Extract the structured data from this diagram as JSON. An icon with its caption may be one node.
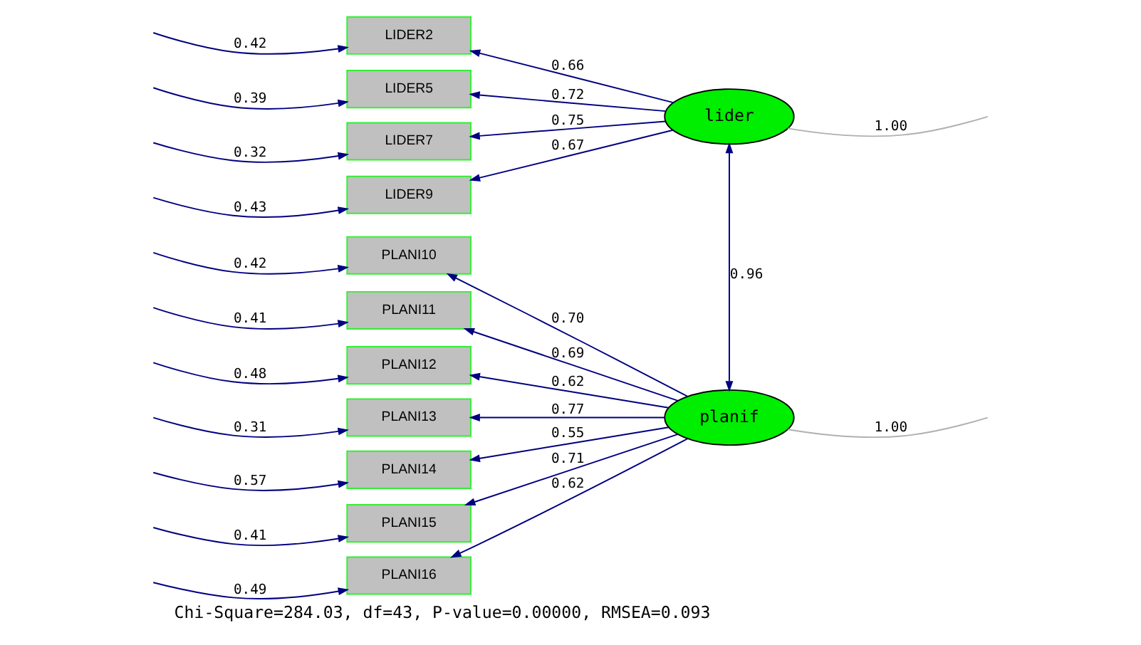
{
  "diagram": {
    "caption": "Chi-Square=284.03, df=43, P-value=0.00000, RMSEA=0.093",
    "nodes": [
      {
        "text": [
          "LIDER2"
        ]
      },
      {
        "text": [
          "LIDER5"
        ]
      },
      {
        "text": [
          "LIDER7"
        ]
      },
      {
        "text": [
          "LIDER9"
        ]
      },
      {
        "text": [
          "PLANI10"
        ]
      },
      {
        "text": [
          "PLANI11"
        ]
      },
      {
        "text": [
          "PLANI12"
        ]
      },
      {
        "text": [
          "PLANI13"
        ]
      },
      {
        "text": [
          "PLANI14"
        ]
      },
      {
        "text": [
          "PLANI15"
        ]
      },
      {
        "text": [
          "PLANI16"
        ]
      },
      {
        "text": [
          "lider"
        ]
      },
      {
        "text": [
          "planif"
        ]
      }
    ],
    "edges": [
      {
        "from": null,
        "to": 0,
        "arrow": "to",
        "label": "0.42"
      },
      {
        "from": null,
        "to": 1,
        "arrow": "to",
        "label": "0.39"
      },
      {
        "from": null,
        "to": 2,
        "arrow": "to",
        "label": "0.32"
      },
      {
        "from": null,
        "to": 3,
        "arrow": "to",
        "label": "0.43"
      },
      {
        "from": null,
        "to": 4,
        "arrow": "to",
        "label": "0.42"
      },
      {
        "from": null,
        "to": 5,
        "arrow": "to",
        "label": "0.41"
      },
      {
        "from": null,
        "to": 6,
        "arrow": "to",
        "label": "0.48"
      },
      {
        "from": null,
        "to": 7,
        "arrow": "to",
        "label": "0.31"
      },
      {
        "from": null,
        "to": 8,
        "arrow": "to",
        "label": "0.57"
      },
      {
        "from": null,
        "to": 9,
        "arrow": "to",
        "label": "0.41"
      },
      {
        "from": null,
        "to": 10,
        "arrow": "to",
        "label": "0.49"
      },
      {
        "from": 11,
        "to": 0,
        "arrow": "to",
        "label": "0.66"
      },
      {
        "from": 11,
        "to": 1,
        "arrow": "to",
        "label": "0.72"
      },
      {
        "from": 11,
        "to": 2,
        "arrow": "to",
        "label": "0.75"
      },
      {
        "from": 11,
        "to": 3,
        "arrow": "to",
        "label": "0.67"
      },
      {
        "from": 12,
        "to": 4,
        "arrow": "to",
        "label": "0.70"
      },
      {
        "from": 12,
        "to": 5,
        "arrow": "to",
        "label": "0.69"
      },
      {
        "from": 12,
        "to": 6,
        "arrow": "to",
        "label": "0.62"
      },
      {
        "from": 12,
        "to": 7,
        "arrow": "to",
        "label": "0.77"
      },
      {
        "from": 12,
        "to": 8,
        "arrow": "to",
        "label": "0.55"
      },
      {
        "from": 12,
        "to": 9,
        "arrow": "to",
        "label": "0.71"
      },
      {
        "from": 12,
        "to": 10,
        "arrow": "to",
        "label": "0.62"
      },
      {
        "from": 11,
        "to": null,
        "arrow": "none",
        "label": "1.00",
        "color": "#b0b0b0"
      },
      {
        "from": 12,
        "to": null,
        "arrow": "none",
        "label": "1.00",
        "color": "#b0b0b0"
      },
      {
        "from": 11,
        "to": 12,
        "arrow": "both",
        "label": "0.96"
      }
    ]
  }
}
